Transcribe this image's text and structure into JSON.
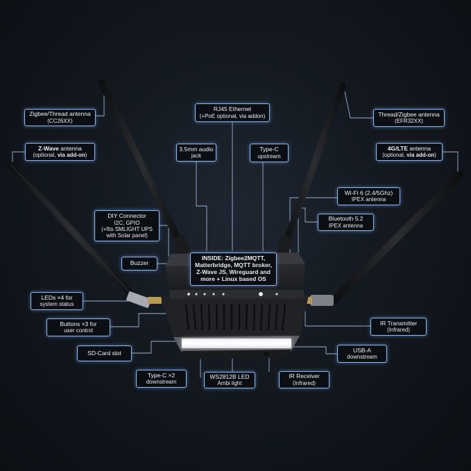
{
  "callouts": {
    "zigbee_thread_antenna": {
      "title": "Zigbee/Thread antenna",
      "sub": "(CC26XX)"
    },
    "rj45_ethernet": {
      "title": "RJ45 Ethernet",
      "sub": "(+PoE optional, via addon)"
    },
    "thread_zigbee_antenna": {
      "title": "Thread/Zigbee antenna",
      "sub": "(EFR32XX)"
    },
    "zwave_antenna": {
      "title_bold": "Z-Wave",
      "title": " antenna",
      "sub_prefix": "(optional, ",
      "sub_bold": "via add-on",
      "sub_suffix": ")"
    },
    "audio_jack": {
      "title": "3.5mm audio",
      "sub": "jack"
    },
    "typec_upstream": {
      "title": "Type-C",
      "sub": "upstream"
    },
    "lte_antenna": {
      "title_bold": "4G/LTE",
      "title": " antenna",
      "sub_prefix": "(optional, ",
      "sub_bold": "via add-on",
      "sub_suffix": ")"
    },
    "wifi6": {
      "title": "Wi-Fi 6 (2.4/5Ghz)",
      "sub": "IPEX antenna"
    },
    "bluetooth": {
      "title": "Bluetooth 5.2",
      "sub": "IPEX antenna"
    },
    "diy_connector": {
      "title": "DIY Connector",
      "line2": "I2C, GPIO",
      "line3": "(+fits SMLIGHT UPS",
      "line4": "with Solar panel)"
    },
    "inside": {
      "line1": "INSIDE: Zigbee2MQTT,",
      "line2": "Matterbridge, MQTT broker,",
      "line3": "Z-Wave JS, Wireguard and",
      "line4": "more + Linux based OS"
    },
    "buzzer": {
      "title": "Buzzer"
    },
    "leds": {
      "title": "LEDs ×4 for",
      "sub": "system status"
    },
    "buttons": {
      "title": "Buttons ×3 for",
      "sub": "user control"
    },
    "ir_transmitter": {
      "title": "IR Transmitter",
      "sub": "(Infrared)"
    },
    "sd_card": {
      "title": "SD-Card slot"
    },
    "usb_a": {
      "title": "USB-A",
      "sub": "downstream"
    },
    "typec_downstream": {
      "title": "Type-C ×2",
      "sub": "downstream"
    },
    "ws2812b": {
      "title": "WS2812B LED",
      "sub": "Ambi light"
    },
    "ir_receiver": {
      "title": "IR Receiver",
      "sub": "(Infrared)"
    }
  },
  "colors": {
    "callout_border": "#8fb6ea",
    "leader": "#a9c4ea",
    "background": "#141920",
    "device": "#26282b",
    "light_bar": "#f4f6f8"
  }
}
